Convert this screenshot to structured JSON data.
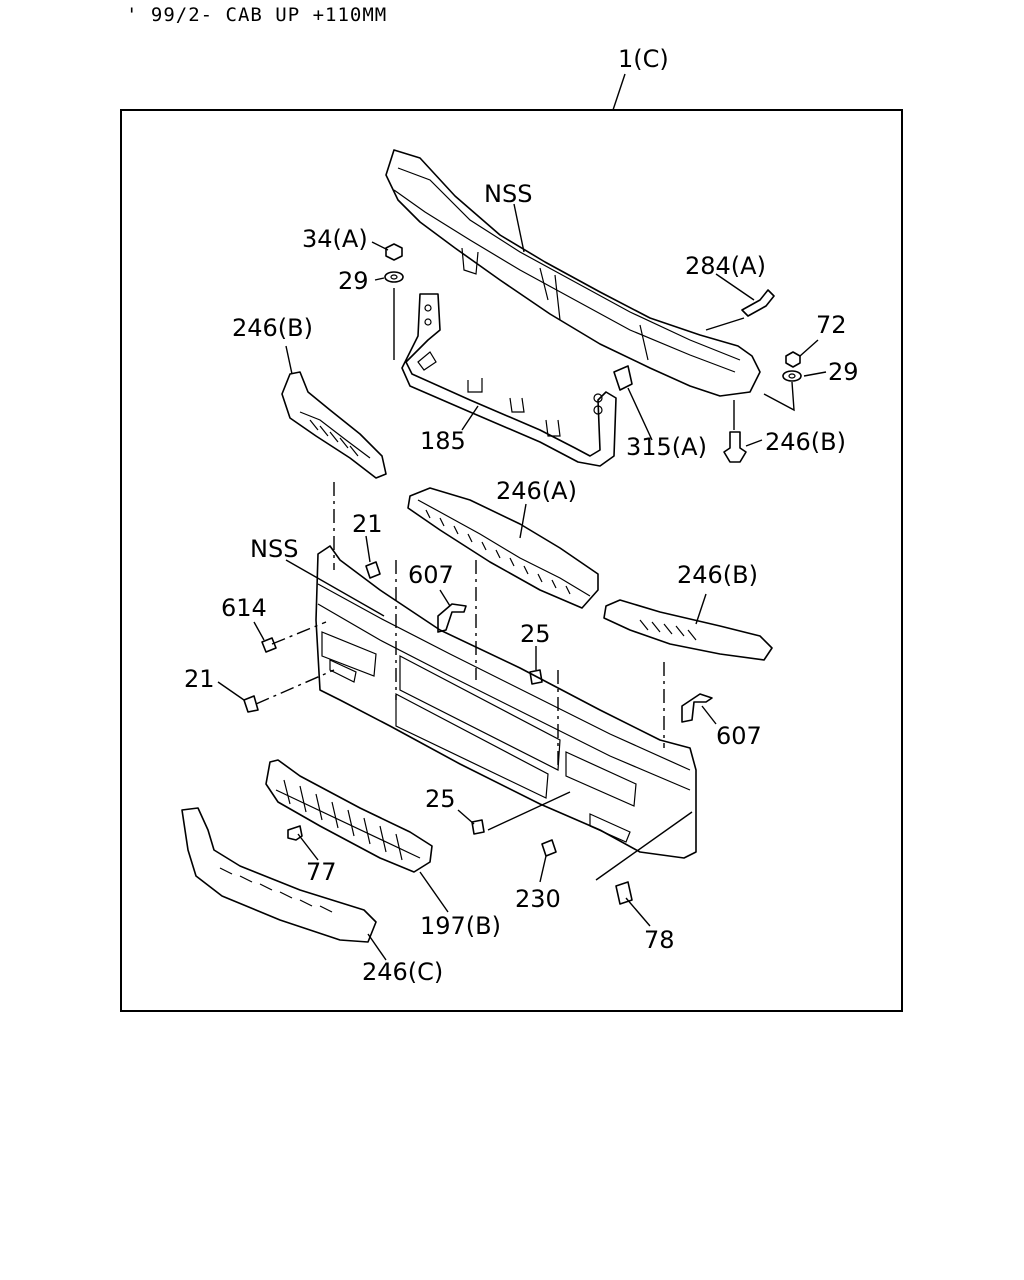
{
  "header": "' 99/2- CAB UP +110MM",
  "assembly_label": "1(C)",
  "labels": {
    "nss_top": "NSS",
    "p34a": "34(A)",
    "p29_left": "29",
    "p284a": "284(A)",
    "p246b_left": "246(B)",
    "p72": "72",
    "p29_right": "29",
    "p185": "185",
    "p315a": "315(A)",
    "p246b_bolt": "246(B)",
    "p246a": "246(A)",
    "p21_top": "21",
    "nss_bumper": "NSS",
    "p607_top": "607",
    "p246b_right": "246(B)",
    "p614": "614",
    "p25_top": "25",
    "p21_left": "21",
    "p607_right": "607",
    "p25_bottom": "25",
    "p77": "77",
    "p230": "230",
    "p197b": "197(B)",
    "p78": "78",
    "p246c": "246(C)"
  }
}
